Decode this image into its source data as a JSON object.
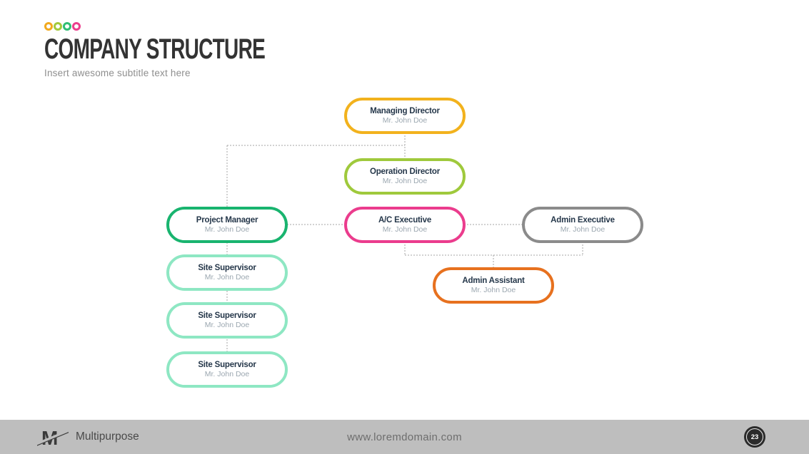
{
  "header": {
    "title": "COMPANY STRUCTURE",
    "subtitle": "Insert awesome subtitle text here",
    "dots": [
      "#F2A91E",
      "#A3C93B",
      "#2FBE74",
      "#EC3E8C"
    ]
  },
  "chart": {
    "nodes": [
      {
        "id": "managing-director",
        "title": "Managing Director",
        "person": "Mr. John Doe",
        "color": "#F2B21D"
      },
      {
        "id": "operation-director",
        "title": "Operation Director",
        "person": "Mr. John Doe",
        "color": "#9FC93C"
      },
      {
        "id": "project-manager",
        "title": "Project Manager",
        "person": "Mr. John Doe",
        "color": "#19B46F"
      },
      {
        "id": "ac-executive",
        "title": "A/C Executive",
        "person": "Mr. John Doe",
        "color": "#EB3C8D"
      },
      {
        "id": "admin-executive",
        "title": "Admin Executive",
        "person": "Mr. John Doe",
        "color": "#8B8B8B"
      },
      {
        "id": "admin-assistant",
        "title": "Admin Assistant",
        "person": "Mr. John Doe",
        "color": "#E7711F"
      },
      {
        "id": "site-supervisor-1",
        "title": "Site Supervisor",
        "person": "Mr. John Doe",
        "color": "#8EE7C3"
      },
      {
        "id": "site-supervisor-2",
        "title": "Site Supervisor",
        "person": "Mr. John Doe",
        "color": "#8EE7C3"
      },
      {
        "id": "site-supervisor-3",
        "title": "Site Supervisor",
        "person": "Mr. John Doe",
        "color": "#8EE7C3"
      }
    ],
    "edges": [
      {
        "from": "managing-director",
        "to": "operation-director"
      },
      {
        "from": "managing-director",
        "to": "project-manager"
      },
      {
        "from": "operation-director",
        "to": "ac-executive"
      },
      {
        "from": "project-manager",
        "to": "ac-executive"
      },
      {
        "from": "ac-executive",
        "to": "admin-executive"
      },
      {
        "from": "ac-executive",
        "to": "admin-assistant"
      },
      {
        "from": "admin-executive",
        "to": "admin-assistant"
      },
      {
        "from": "project-manager",
        "to": "site-supervisor-1"
      },
      {
        "from": "site-supervisor-1",
        "to": "site-supervisor-2"
      },
      {
        "from": "site-supervisor-2",
        "to": "site-supervisor-3"
      }
    ],
    "connector_color": "#A6A6A6"
  },
  "footer": {
    "brand": "Multipurpose",
    "website": "www.loremdomain.com",
    "page_number": "23",
    "background": "#BEBEBE"
  }
}
